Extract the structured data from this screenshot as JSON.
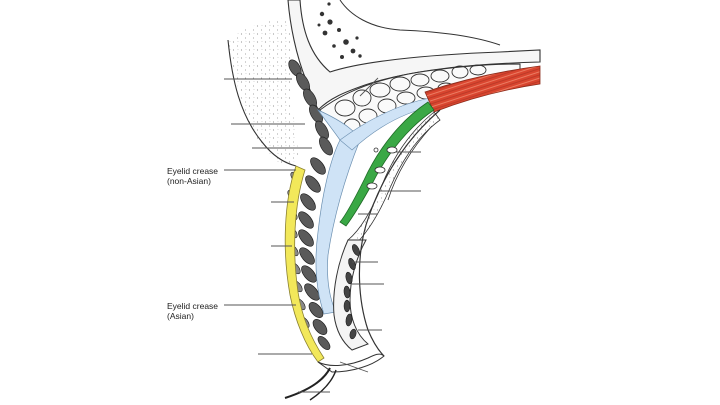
{
  "diagram": {
    "labels": [
      {
        "id": "crease-non-asian",
        "line1": "Eyelid crease",
        "line2": "(non-Asian)"
      },
      {
        "id": "crease-asian",
        "line1": "Eyelid crease",
        "line2": "(Asian)"
      }
    ],
    "colors": {
      "background": "#ffffff",
      "ink": "#333333",
      "orbital_septum": "#cfe3f6",
      "levator_muscle": "#d9452f",
      "levator_aponeurosis": "#3aa845",
      "eyelid_skin_crease": "#f2e85a"
    }
  }
}
